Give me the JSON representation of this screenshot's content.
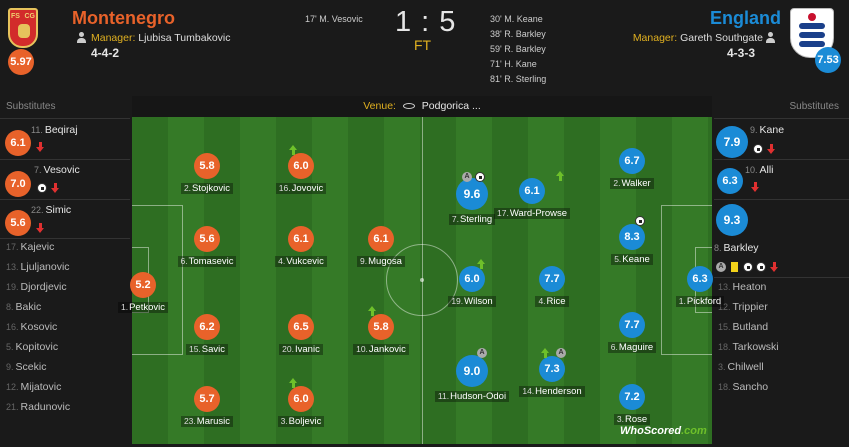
{
  "home": {
    "name": "Montenegro",
    "crest_text_left": "FS",
    "crest_text_right": "CG",
    "team_rating": "5.97",
    "manager_label": "Manager:",
    "manager_name": "Ljubisa Tumbakovic",
    "formation": "4-4-2",
    "color": "#e8622a",
    "goals": [
      "17' M. Vesovic"
    ]
  },
  "away": {
    "name": "England",
    "team_rating": "7.53",
    "manager_label": "Manager:",
    "manager_name": "Gareth Southgate",
    "formation": "4-3-3",
    "color": "#1b8bd6",
    "goals": [
      "30' M. Keane",
      "38' R. Barkley",
      "59' R. Barkley",
      "71' H. Kane",
      "81' R. Sterling"
    ]
  },
  "score": "1 : 5",
  "status": "FT",
  "venue_label": "Venue:",
  "venue_name": "Podgorica ...",
  "subs_label": "Substitutes",
  "home_subs": [
    {
      "rating": "6.1",
      "num": "11.",
      "name": "Beqiraj",
      "icons": "down"
    },
    {
      "rating": "7.0",
      "num": "7.",
      "name": "Vesovic",
      "icons": "ball-down"
    },
    {
      "rating": "5.6",
      "num": "22.",
      "name": "Simic",
      "icons": "down"
    }
  ],
  "home_unused": [
    {
      "num": "17.",
      "name": "Kajevic"
    },
    {
      "num": "13.",
      "name": "Ljuljanovic"
    },
    {
      "num": "19.",
      "name": "Djordjevic"
    },
    {
      "num": "8.",
      "name": "Bakic"
    },
    {
      "num": "16.",
      "name": "Kosovic"
    },
    {
      "num": "5.",
      "name": "Kopitovic"
    },
    {
      "num": "9.",
      "name": "Scekic"
    },
    {
      "num": "12.",
      "name": "Mijatovic"
    },
    {
      "num": "21.",
      "name": "Radunovic"
    }
  ],
  "away_subs": [
    {
      "rating": "7.9",
      "num": "9.",
      "name": "Kane",
      "icons": "ball-down"
    },
    {
      "rating": "6.3",
      "num": "10.",
      "name": "Alli",
      "icons": "down"
    },
    {
      "rating": "9.3",
      "num": "8.",
      "name": "Barkley",
      "icons": "assist-yellow-ball-ball-down"
    }
  ],
  "away_unused": [
    {
      "num": "13.",
      "name": "Heaton"
    },
    {
      "num": "12.",
      "name": "Trippier"
    },
    {
      "num": "15.",
      "name": "Butland"
    },
    {
      "num": "18.",
      "name": "Tarkowski"
    },
    {
      "num": "3.",
      "name": "Chilwell"
    },
    {
      "num": "18.",
      "name": "Sancho"
    }
  ],
  "home_players": [
    {
      "rating": "5.2",
      "num": "1.",
      "name": "Petkovic"
    },
    {
      "rating": "5.8",
      "num": "2.",
      "name": "Stojkovic"
    },
    {
      "rating": "5.6",
      "num": "6.",
      "name": "Tomasevic"
    },
    {
      "rating": "6.2",
      "num": "15.",
      "name": "Savic"
    },
    {
      "rating": "5.7",
      "num": "23.",
      "name": "Marusic"
    },
    {
      "rating": "6.0",
      "num": "16.",
      "name": "Jovovic"
    },
    {
      "rating": "6.1",
      "num": "4.",
      "name": "Vukcevic"
    },
    {
      "rating": "6.5",
      "num": "20.",
      "name": "Ivanic"
    },
    {
      "rating": "6.0",
      "num": "3.",
      "name": "Boljevic"
    },
    {
      "rating": "6.1",
      "num": "9.",
      "name": "Mugosa"
    },
    {
      "rating": "5.8",
      "num": "10.",
      "name": "Jankovic"
    }
  ],
  "away_players": [
    {
      "rating": "6.3",
      "num": "1.",
      "name": "Pickford"
    },
    {
      "rating": "6.7",
      "num": "2.",
      "name": "Walker"
    },
    {
      "rating": "8.3",
      "num": "5.",
      "name": "Keane"
    },
    {
      "rating": "7.7",
      "num": "6.",
      "name": "Maguire"
    },
    {
      "rating": "7.2",
      "num": "3.",
      "name": "Rose"
    },
    {
      "rating": "6.1",
      "num": "17.",
      "name": "Ward-Prowse"
    },
    {
      "rating": "7.7",
      "num": "4.",
      "name": "Rice"
    },
    {
      "rating": "7.3",
      "num": "14.",
      "name": "Henderson"
    },
    {
      "rating": "9.6",
      "num": "7.",
      "name": "Sterling"
    },
    {
      "rating": "6.0",
      "num": "19.",
      "name": "Wilson"
    },
    {
      "rating": "9.0",
      "num": "11.",
      "name": "Hudson-Odoi"
    }
  ],
  "logo_text": "WhoScored",
  "logo_suffix": ".com"
}
